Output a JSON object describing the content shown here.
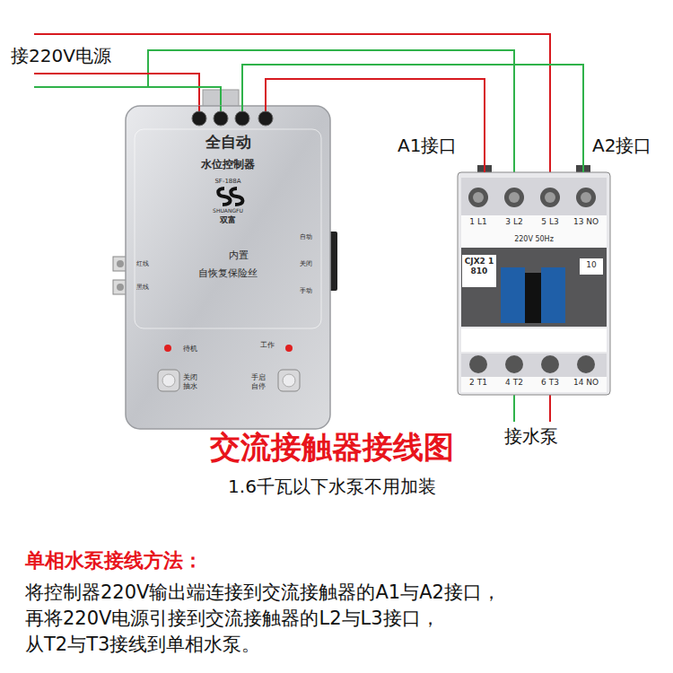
{
  "diagram": {
    "title": "交流接触器接线图",
    "caption": "1.6千瓦以下水泵不用加装",
    "nodes": [
      {
        "text": [
          "全自动",
          "水位控制器",
          "SF-188A",
          "SHUANGFU",
          "双富",
          "内置",
          "自恢复保险丝",
          "红线",
          "黑线",
          "自动",
          "关闭",
          "手动",
          "待机",
          "工作",
          "关闭抽水",
          "手启自停"
        ]
      },
      {
        "text": [
          "220V 50Hz",
          "1 L1",
          "3 L2",
          "5 L3",
          "13 NO",
          "CJX2 1810",
          "10",
          "2 T1",
          "4 T2",
          "6 T3",
          "14 NO"
        ]
      }
    ],
    "edges": [
      {
        "from": 0,
        "to": 1,
        "arrow": "none"
      },
      {
        "from": 0,
        "to": 1,
        "arrow": "none"
      }
    ],
    "labels": [
      "接220V电源",
      "A1接口",
      "A2接口",
      "接水泵",
      "单相水泵接线方法：",
      "将控制器220V输出端连接到交流接触器的A1与A2接口，",
      "再将220V电源引接到交流接触器的L2与L3接口，",
      "从T2与T3接线到单相水泵。"
    ]
  }
}
